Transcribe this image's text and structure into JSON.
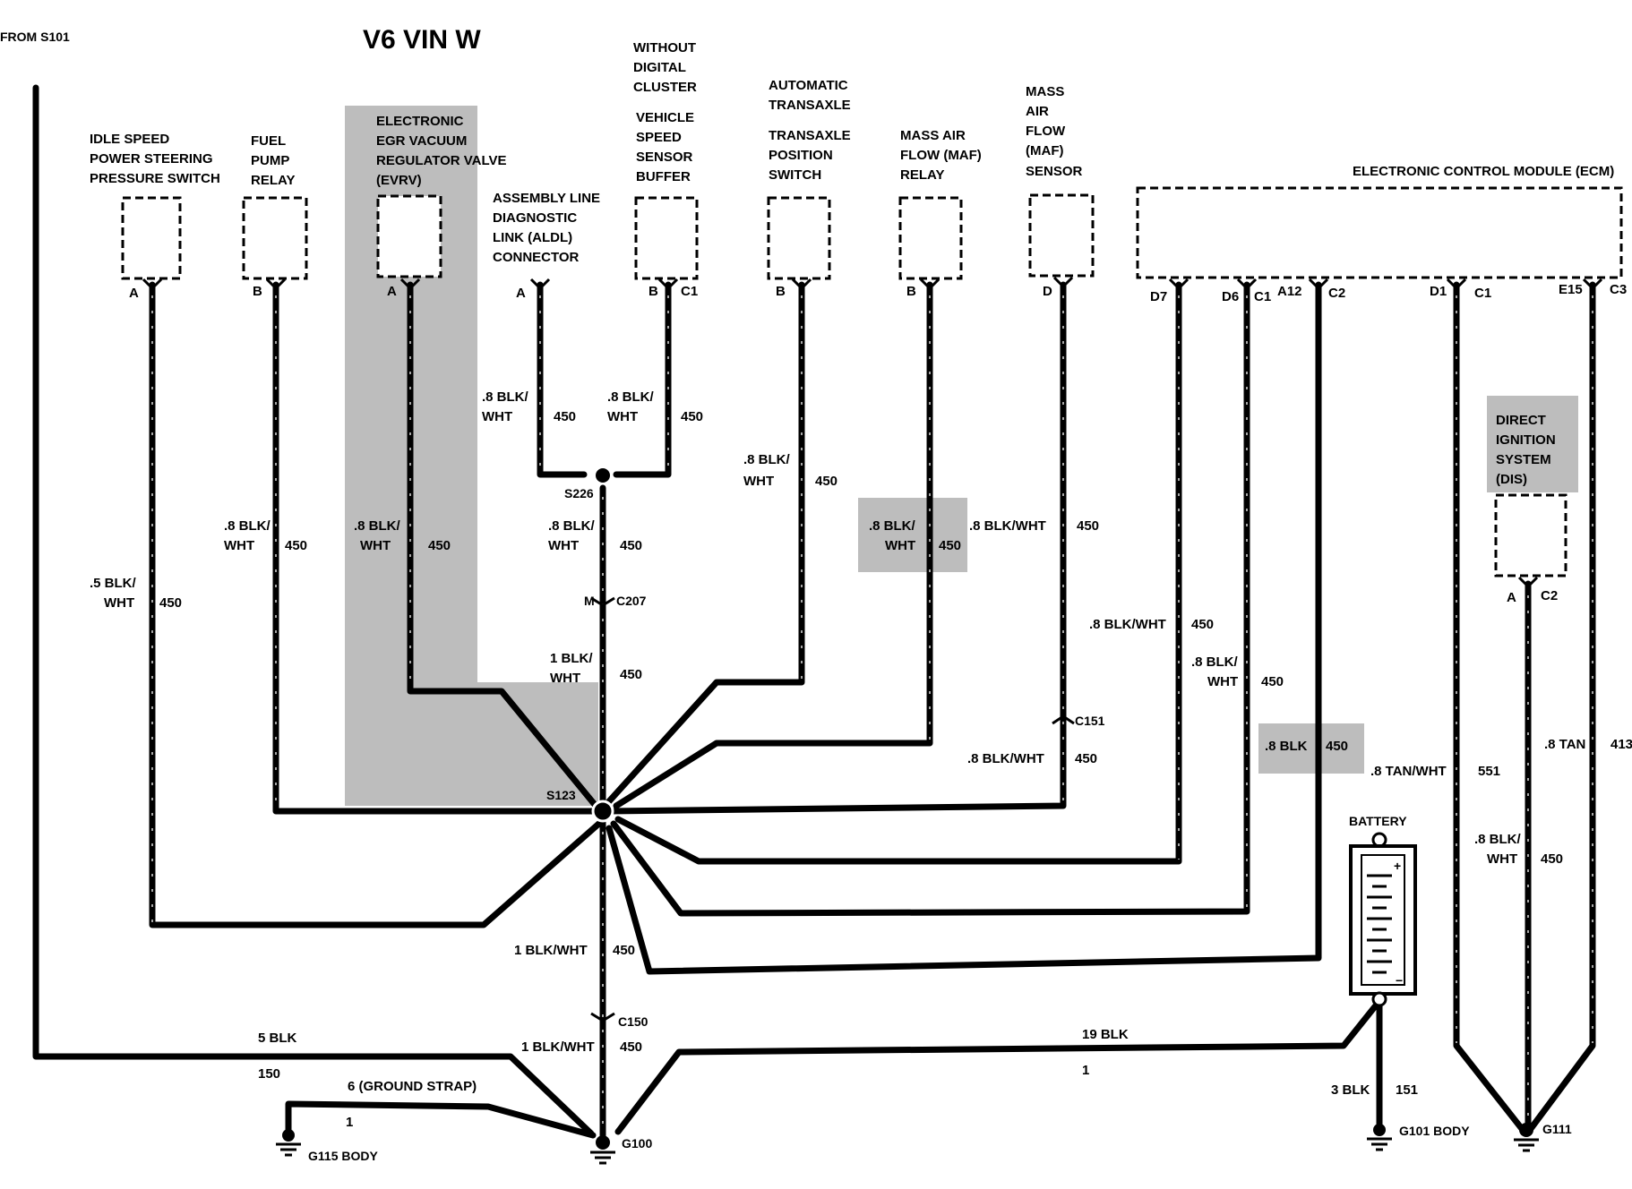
{
  "title": "V6 VIN W",
  "from": "FROM S101",
  "components": {
    "idle_speed": [
      "IDLE SPEED",
      "POWER STEERING",
      "PRESSURE SWITCH"
    ],
    "fuel_pump": [
      "FUEL",
      "PUMP",
      "RELAY"
    ],
    "evrv": [
      "ELECTRONIC",
      "EGR VACUUM",
      "REGULATOR VALVE",
      "(EVRV)"
    ],
    "aldl": [
      "ASSEMBLY LINE",
      "DIAGNOSTIC",
      "LINK (ALDL)",
      "CONNECTOR"
    ],
    "vss_note": [
      "WITHOUT",
      "DIGITAL",
      "CLUSTER"
    ],
    "vss": [
      "VEHICLE",
      "SPEED",
      "SENSOR",
      "BUFFER"
    ],
    "tps_note": [
      "AUTOMATIC",
      "TRANSAXLE"
    ],
    "tps": [
      "TRANSAXLE",
      "POSITION",
      "SWITCH"
    ],
    "maf_relay": [
      "MASS AIR",
      "FLOW (MAF)",
      "RELAY"
    ],
    "maf_sensor": [
      "MASS",
      "AIR",
      "FLOW",
      "(MAF)",
      "SENSOR"
    ],
    "ecm": "ELECTRONIC CONTROL MODULE (ECM)",
    "dis": [
      "DIRECT",
      "IGNITION",
      "SYSTEM",
      "(DIS)"
    ],
    "battery": "BATTERY"
  },
  "pins": {
    "idle_a": "A",
    "fuel_b": "B",
    "evrv_a": "A",
    "aldl_a": "A",
    "vss_b": "B",
    "vss_c1": "C1",
    "tps_b": "B",
    "mafr_b": "B",
    "mafs_d": "D",
    "ecm_d7": "D7",
    "ecm_d6": "D6",
    "ecm_c1a": "C1",
    "ecm_a12": "A12",
    "ecm_c2": "C2",
    "ecm_d1": "D1",
    "ecm_c1b": "C1",
    "ecm_e15": "E15",
    "ecm_c3": "C3",
    "dis_a": "A",
    "dis_c2": "C2"
  },
  "wires": {
    "blk_wht_08_a": ".8 BLK/",
    "wht": "WHT",
    "circuit_450": "450",
    "blk_wht_05": ".5 BLK/",
    "blk_wht_1a": "1 BLK/",
    "blk_wht_08_full": ".8 BLK/WHT",
    "blk_wht_1_full": "1 BLK/WHT",
    "blk_08": ".8 BLK",
    "tan_wht_08": ".8 TAN/WHT",
    "circuit_551": "551",
    "tan_08": ".8 TAN",
    "circuit_413": "413",
    "blk_5": "5 BLK",
    "circuit_150": "150",
    "ground_strap": "6 (GROUND STRAP)",
    "circuit_1": "1",
    "blk_19": "19 BLK",
    "blk_3": "3 BLK",
    "circuit_151": "151"
  },
  "splices": {
    "s226": "S226",
    "s123": "S123"
  },
  "connectors": {
    "c207": "C207",
    "c207_pin": "M",
    "c151": "C151",
    "c150": "C150"
  },
  "grounds": {
    "g115": "G115 BODY",
    "g100": "G100",
    "g101": "G101 BODY",
    "g111": "G111"
  },
  "battery_signs": {
    "plus": "+",
    "minus": "−"
  }
}
